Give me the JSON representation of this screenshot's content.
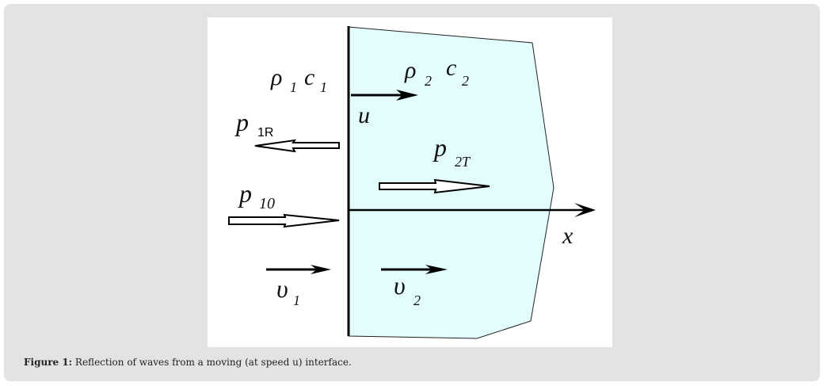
{
  "figure": {
    "labels": {
      "rho1": "ρ",
      "sub_rho1": "1",
      "c1": "c",
      "sub_c1": "1",
      "rho2": "ρ",
      "sub_rho2": "2",
      "c2": "c",
      "sub_c2": "2",
      "u": "u",
      "p1R": "p",
      "sub_p1R": "1R",
      "p2T": "p",
      "sub_p2T": "2T",
      "p10": "p",
      "sub_p10": "10",
      "v1": "υ",
      "sub_v1": "1",
      "v2": "υ",
      "sub_v2": "2",
      "x": "x"
    },
    "colors": {
      "medium2": "#e3fdfd",
      "line": "#000000"
    }
  },
  "caption": {
    "label": "Figure 1:",
    "text": " Reflection of waves from a moving (at speed u) interface."
  }
}
